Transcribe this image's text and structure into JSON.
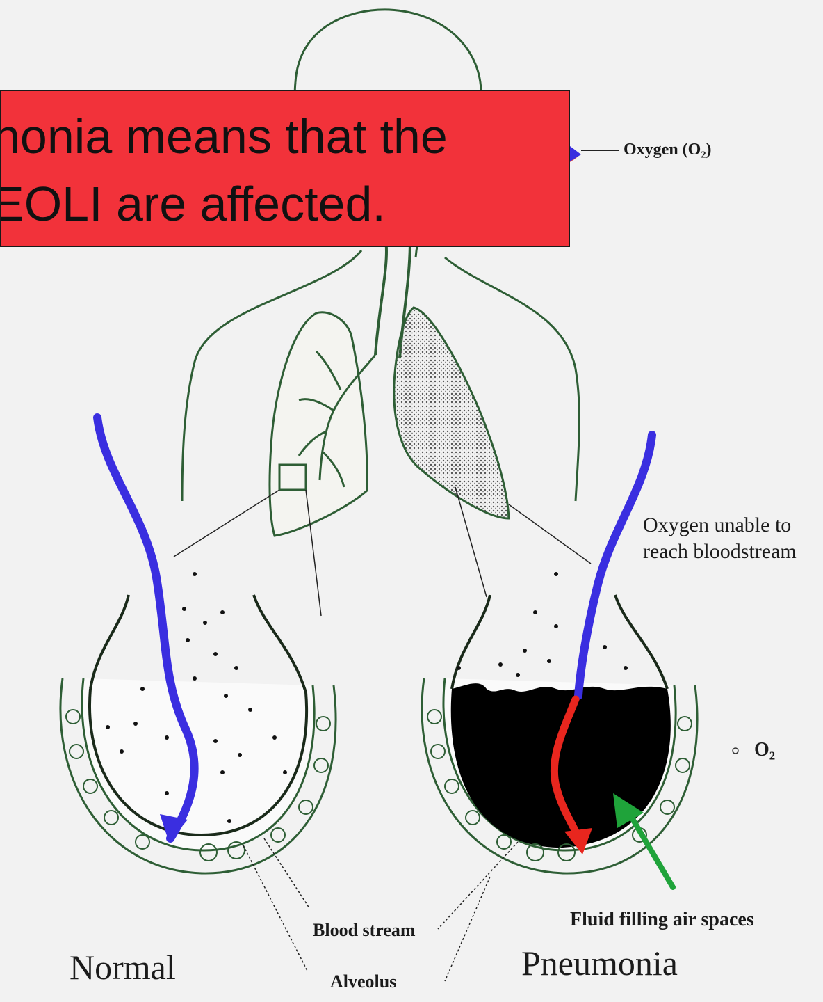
{
  "banner": {
    "line1": "nonia means that the",
    "line2": "EOLI are affected."
  },
  "labels": {
    "oxygen_top": "Oxygen (O₂)",
    "oxygen_unable_1": "Oxygen unable to",
    "oxygen_unable_2": "reach bloodstream",
    "o2_legend": "O₂",
    "fluid": "Fluid filling air spaces",
    "blood_stream": "Blood stream",
    "alveolus": "Alveolus",
    "normal": "Normal",
    "pneumonia": "Pneumonia"
  },
  "colors": {
    "outline": "#2e5e35",
    "oxygen_path": "#3a2ee0",
    "blocked_path": "#e8261e",
    "indicator_arrow": "#1fa33a",
    "fluid": "#000000",
    "banner": "#f2323a"
  }
}
